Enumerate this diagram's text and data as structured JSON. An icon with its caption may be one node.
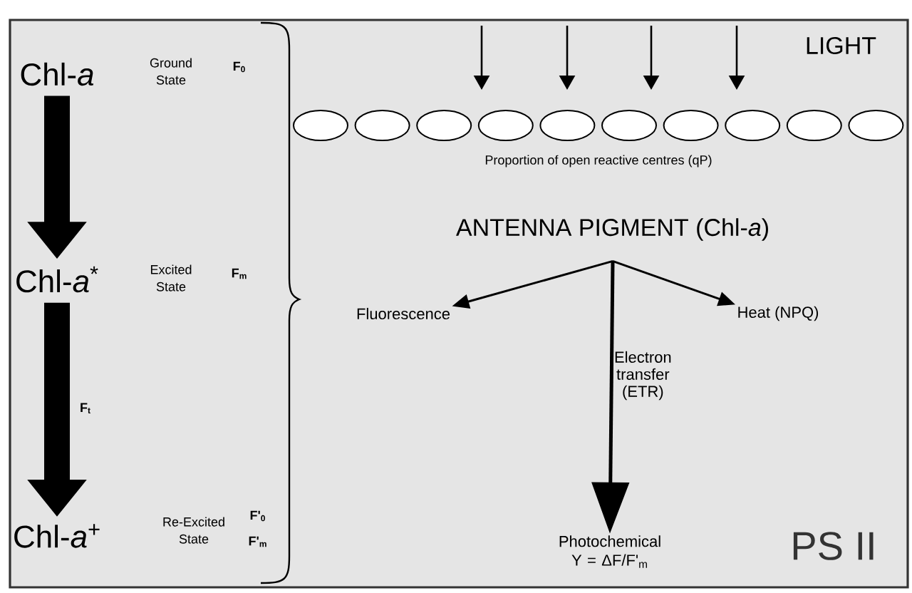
{
  "diagram": {
    "nodes": [
      {
        "text": [
          "Chl-*a*"
        ],
        "beside": [
          "Ground State",
          "F$_{0}$"
        ]
      },
      {
        "text": [
          "Chl-*a*$^{*}$"
        ],
        "beside": [
          "Excited State",
          "F$_{m}$"
        ]
      },
      {
        "text": [
          "Chl-*a*$^{+}$"
        ],
        "beside": [
          "Re-Excited State",
          "F'$_{0}$",
          "F'$_{m}$"
        ]
      },
      {
        "text": [
          "ANTENNA PIGMENT (Chl-*a*)"
        ]
      },
      {
        "text": [
          "Fluorescence"
        ]
      },
      {
        "text": [
          "Heat (NPQ)"
        ]
      },
      {
        "text": [
          "Photochemical Y = ΔF/F'$_{m}$"
        ]
      },
      {
        "text": [],
        "shape": "circle"
      },
      {
        "text": [],
        "shape": "circle"
      },
      {
        "text": [],
        "shape": "circle"
      },
      {
        "text": [],
        "shape": "circle"
      },
      {
        "text": [],
        "shape": "circle"
      },
      {
        "text": [],
        "shape": "circle"
      },
      {
        "text": [],
        "shape": "circle"
      },
      {
        "text": [],
        "shape": "circle"
      },
      {
        "text": [],
        "shape": "circle"
      },
      {
        "text": [],
        "shape": "circle"
      }
    ],
    "edges": [
      {
        "from": 0,
        "to": 1,
        "arrow": "to",
        "style": "thick"
      },
      {
        "from": 1,
        "to": 2,
        "arrow": "to",
        "style": "thick",
        "label": "F$_{t}$"
      },
      {
        "from": 3,
        "to": 4,
        "arrow": "to"
      },
      {
        "from": 3,
        "to": 5,
        "arrow": "to"
      },
      {
        "from": 3,
        "to": 6,
        "arrow": "to",
        "label": "Electron transfer (ETR)"
      }
    ],
    "labels": [
      "LIGHT",
      "Proportion of open reactive centres (qP)",
      "PS II"
    ]
  }
}
